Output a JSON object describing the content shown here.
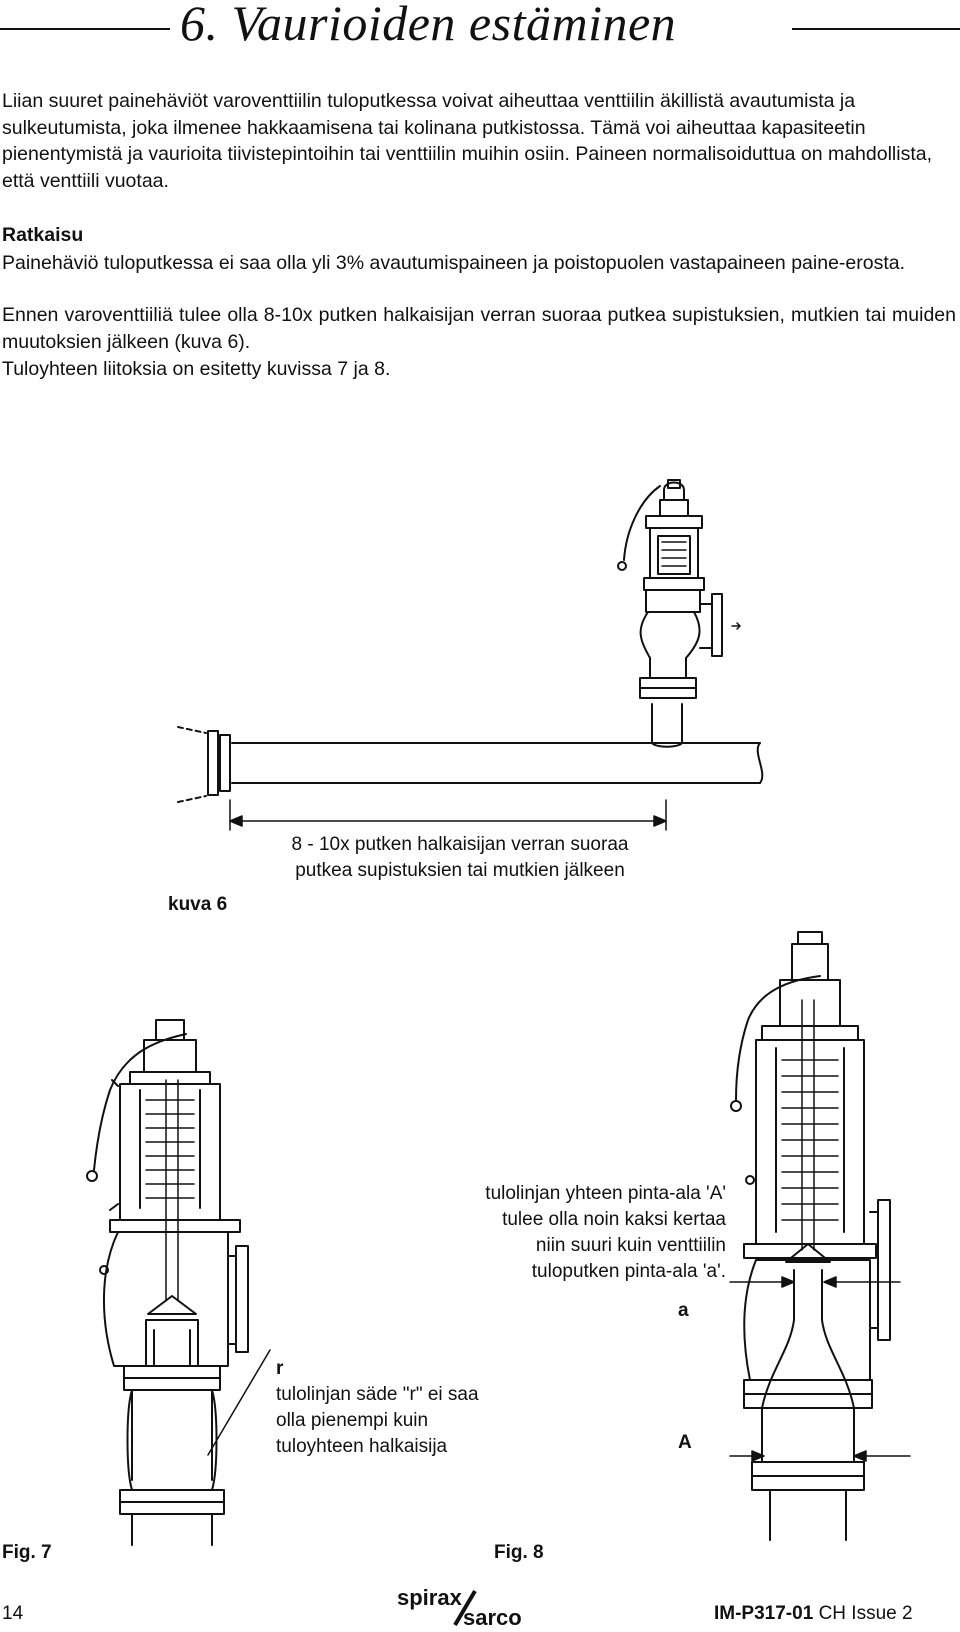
{
  "heading": {
    "title": "6. Vaurioiden  estäminen"
  },
  "paragraphs": {
    "p1": "Liian suuret painehäviöt varoventtiilin tuloputkessa voivat aiheuttaa venttiilin äkillistä avautumista ja sulkeutumista, joka ilmenee hakkaamisena tai kolinana putkistossa. Tämä voi aiheuttaa kapasiteetin pienentymistä ja vaurioita tiivistepintoihin tai venttiilin muihin osiin. Paineen normalisoiduttua on mahdollista, että venttiili vuotaa.",
    "subhead": "Ratkaisu",
    "p2": "Painehäviö tuloputkessa ei saa olla yli 3% avautumispaineen ja poistopuolen vastapaineen paine-erosta.",
    "p3": "Ennen varoventtiiliä tulee olla 8-10x putken halkaisijan verran suoraa putkea supistuksien, mutkien tai muiden muutoksien jälkeen (kuva 6).",
    "p4": "Tuloyhteen liitoksia on esitetty kuvissa 7 ja 8."
  },
  "figure6": {
    "note_line1": "8 - 10x putken halkaisijan verran suoraa",
    "note_line2": "putkea supistuksien tai mutkien jälkeen",
    "caption": "kuva 6"
  },
  "figure7": {
    "r_label": "r",
    "note": "tulolinjan säde \"r\" ei saa olla pienempi kuin tuloyhteen halkaisija",
    "caption": "Fig. 7"
  },
  "figure8": {
    "note_line1": "tulolinjan yhteen pinta-ala 'A'",
    "note_line2": "tulee olla noin kaksi kertaa",
    "note_line3": "niin suuri kuin venttiilin",
    "note_line4": "tuloputken pinta-ala 'a'.",
    "label_small": "a",
    "label_large": "A",
    "caption": "Fig. 8"
  },
  "footer": {
    "page_number": "14",
    "doc_code": "IM-P317-01",
    "doc_issue": "CH Issue 2",
    "logo_text_top": "spirax",
    "logo_text_bottom": "sarco"
  }
}
